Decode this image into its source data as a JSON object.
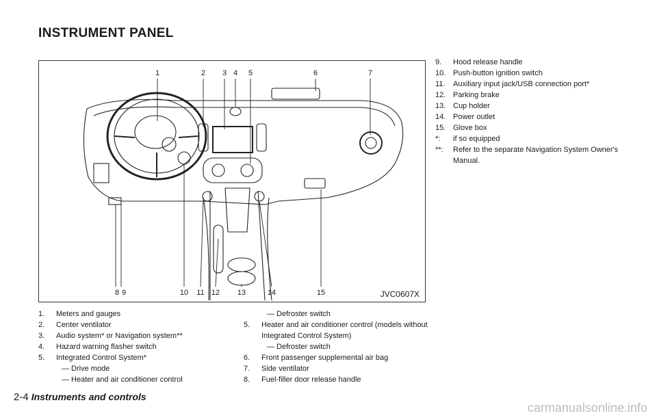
{
  "heading": "INSTRUMENT PANEL",
  "figure": {
    "code": "JVC0607X",
    "top_callouts": [
      "1",
      "2",
      "3",
      "4",
      "5",
      "6",
      "7"
    ],
    "bottom_callouts": [
      "8",
      "9",
      "10",
      "11",
      "12",
      "13",
      "14",
      "15"
    ]
  },
  "list_col1": [
    {
      "num": "1.",
      "text": "Meters and gauges"
    },
    {
      "num": "2.",
      "text": "Center ventilator"
    },
    {
      "num": "3.",
      "text": "Audio system* or Navigation system**"
    },
    {
      "num": "4.",
      "text": "Hazard warning flasher switch"
    },
    {
      "num": "5.",
      "text": "Integrated Control System*"
    }
  ],
  "list_col1_sub": [
    "— Drive mode",
    "— Heater and air conditioner control"
  ],
  "list_col2_pre": "— Defroster switch",
  "list_col2": [
    {
      "num": "5.",
      "text": "Heater and air conditioner control (models without Integrated Control System)"
    }
  ],
  "list_col2_sub": "— Defroster switch",
  "list_col2_b": [
    {
      "num": "6.",
      "text": "Front passenger supplemental air bag"
    },
    {
      "num": "7.",
      "text": "Side ventilator"
    },
    {
      "num": "8.",
      "text": "Fuel-filler door release handle"
    }
  ],
  "list_col3": [
    {
      "num": "9.",
      "text": "Hood release handle"
    },
    {
      "num": "10.",
      "text": "Push-button ignition switch"
    },
    {
      "num": "11.",
      "text": "Auxiliary input jack/USB connection port*"
    },
    {
      "num": "12.",
      "text": "Parking brake"
    },
    {
      "num": "13.",
      "text": "Cup holder"
    },
    {
      "num": "14.",
      "text": "Power outlet"
    },
    {
      "num": "15.",
      "text": "Glove box"
    },
    {
      "num": "*:",
      "text": "if so equipped"
    },
    {
      "num": "**:",
      "text": "Refer to the separate Navigation System Owner's Manual."
    }
  ],
  "footer": {
    "page": "2-4",
    "section": "Instruments and controls"
  },
  "watermark": "carmanualsonline.info"
}
